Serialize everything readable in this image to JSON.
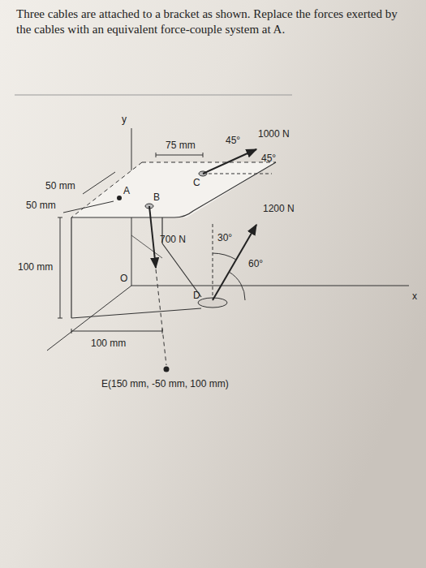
{
  "diagram": {
    "title": "Three cables are attached to a bracket as shown. Replace the forces exerted by the cables with an equivalent force-couple system at A.",
    "labels": [
      "y",
      "75 mm",
      "45°",
      "1000 N",
      "45°",
      "C",
      "50 mm",
      "A",
      "50 mm",
      "B",
      "1200 N",
      "700 N",
      "30°",
      "60°",
      "100 mm",
      "O",
      "D",
      "x",
      "100 mm",
      "E(150 mm, -50 mm, 100 mm)"
    ]
  }
}
